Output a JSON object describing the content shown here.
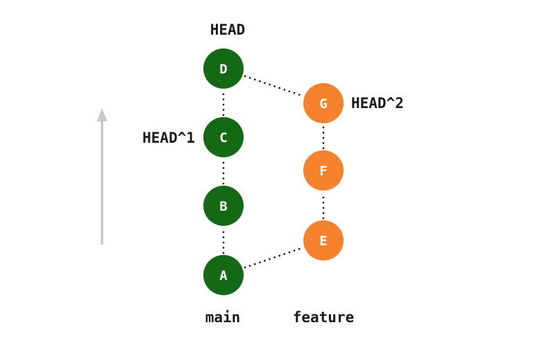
{
  "diagram": {
    "type": "git-commit-graph",
    "labels": {
      "head": "HEAD",
      "head_parent1": "HEAD^1",
      "head_parent2": "HEAD^2"
    },
    "branches": {
      "main": {
        "name": "main",
        "color": "#146a14",
        "commits": [
          "A",
          "B",
          "C",
          "D"
        ]
      },
      "feature": {
        "name": "feature",
        "color": "#f7822e",
        "commits": [
          "E",
          "F",
          "G"
        ]
      }
    },
    "edges": [
      {
        "from": "A",
        "to": "B"
      },
      {
        "from": "B",
        "to": "C"
      },
      {
        "from": "C",
        "to": "D"
      },
      {
        "from": "E",
        "to": "F"
      },
      {
        "from": "F",
        "to": "G"
      },
      {
        "from": "A",
        "to": "E"
      },
      {
        "from": "D",
        "to": "G"
      }
    ],
    "arrow": {
      "direction": "up",
      "color": "#c9c9c9"
    },
    "colors": {
      "background": "#ffffff",
      "edge_dots": "#111111",
      "label_text": "#1a1a1a",
      "node_text": "#ffffff"
    }
  }
}
